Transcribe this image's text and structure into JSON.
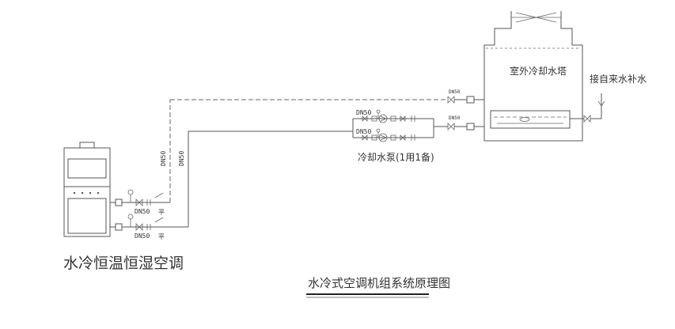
{
  "labels": {
    "title": "水冷式空调机组系统原理图",
    "unit": "水冷恒温恒湿空调",
    "tower": "室外冷却水塔",
    "makeup": "接自来水补水",
    "pumps": "冷却水泵(1用1备)",
    "dn50": "DN50",
    "gauge_mark": "平"
  },
  "colors": {
    "line": "#555555",
    "text": "#333333",
    "background": "#ffffff"
  }
}
